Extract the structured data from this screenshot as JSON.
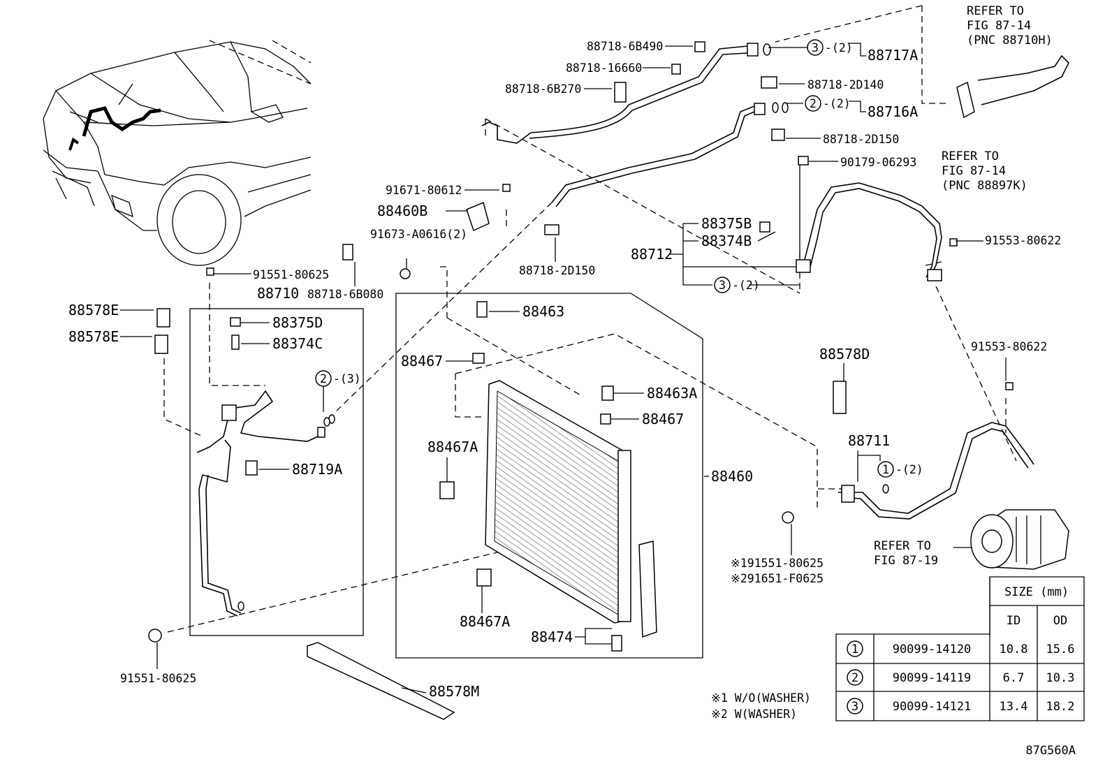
{
  "diagram_code": "87G560A",
  "parts": {
    "p88718_6B490": "88718-6B490",
    "p88718_16660": "88718-16660",
    "p88718_6B270": "88718-6B270",
    "p88717A": "88717A",
    "p88718_2D140": "88718-2D140",
    "p88716A": "88716A",
    "p88718_2D150_top": "88718-2D150",
    "p90179_06293": "90179-06293",
    "p91671_80612": "91671-80612",
    "p88460B": "88460B",
    "p91673_A0616": "91673-A0616(2)",
    "p88718_2D150_mid": "88718-2D150",
    "p88375B": "88375B",
    "p88374B": "88374B",
    "p88712": "88712",
    "p91553_80622_a": "91553-80622",
    "p91553_80622_b": "91553-80622",
    "p91551_80625_top": "91551-80625",
    "p88710": "88710",
    "p88718_6B080": "88718-6B080",
    "p88578E_1": "88578E",
    "p88578E_2": "88578E",
    "p88375D": "88375D",
    "p88374C": "88374C",
    "p88719A": "88719A",
    "p88463": "88463",
    "p88467_1": "88467",
    "p88463A": "88463A",
    "p88467_2": "88467",
    "p88467A_1": "88467A",
    "p88467A_2": "88467A",
    "p88460": "88460",
    "p88474": "88474",
    "p88578D": "88578D",
    "p88711": "88711",
    "p91551_80625_bot": "91551-80625",
    "p88578M": "88578M",
    "p191551": "※191551-80625",
    "p291651": "※291651-F0625"
  },
  "callouts": {
    "c3_2_a": "-(2)",
    "c2_2": "-(2)",
    "c3_2_b": "-(2)",
    "c2_3": "-(3)",
    "c1_2": "-(2)"
  },
  "circle_nums": {
    "one": "1",
    "two": "2",
    "three": "3"
  },
  "refs": {
    "ref_top_1": "REFER TO",
    "ref_top_2": "FIG 87-14",
    "ref_top_3": "(PNC 88710H)",
    "ref_mid_1": "REFER TO",
    "ref_mid_2": "FIG 87-14",
    "ref_mid_3": "(PNC 88897K)",
    "ref_comp_1": "REFER TO",
    "ref_comp_2": "FIG 87-19"
  },
  "notes": {
    "n1": "※1 W/O(WASHER)",
    "n2": "※2 W(WASHER)"
  },
  "size_table": {
    "title": "SIZE (mm)",
    "col_id": "ID",
    "col_od": "OD",
    "rows": [
      {
        "num": "1",
        "part": "90099-14120",
        "id": "10.8",
        "od": "15.6"
      },
      {
        "num": "2",
        "part": "90099-14119",
        "id": "6.7",
        "od": "10.3"
      },
      {
        "num": "3",
        "part": "90099-14121",
        "id": "13.4",
        "od": "18.2"
      }
    ]
  }
}
